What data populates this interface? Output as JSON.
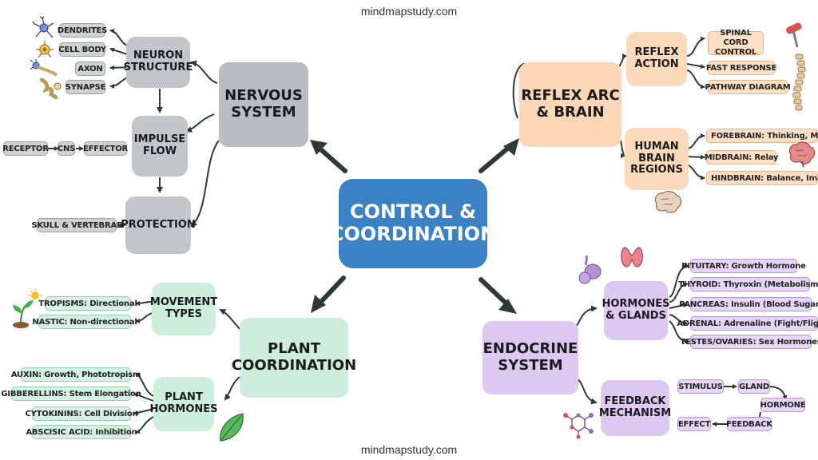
{
  "site": {
    "top": "mindmapstudy.com",
    "bottom": "mindmapstudy.com"
  },
  "center": {
    "title": "CONTROL &\nCOORDINATION"
  },
  "nervous": {
    "title": "NERVOUS\nSYSTEM",
    "neuron": {
      "title": "NEURON\nSTRUCTURE",
      "parts": [
        "DENDRITES",
        "CELL BODY",
        "AXON",
        "SYNAPSE"
      ]
    },
    "impulse": {
      "title": "IMPULSE\nFLOW",
      "flow": [
        "RECEPTOR",
        "CNS",
        "EFFECTOR"
      ]
    },
    "protection": {
      "title": "PROTECTION",
      "items": [
        "SKULL & VERTEBRAE"
      ]
    }
  },
  "reflex": {
    "title": "REFLEX ARC\n& BRAIN",
    "action": {
      "title": "REFLEX\nACTION",
      "items": [
        "SPINAL CORD\nCONTROL",
        "FAST RESPONSE",
        "PATHWAY DIAGRAM"
      ]
    },
    "brain": {
      "title": "HUMAN\nBRAIN\nREGIONS",
      "items": [
        "FOREBRAIN: Thinking, Memory",
        "MIDBRAIN: Relay",
        "HINDBRAIN: Balance, Involuntar"
      ]
    }
  },
  "plant": {
    "title": "PLANT\nCOORDINATION",
    "movement": {
      "title": "MOVEMENT\nTYPES",
      "items": [
        "TROPISMS: Directional",
        "NASTIC: Non-directional"
      ]
    },
    "hormones": {
      "title": "PLANT\nHORMONES",
      "items": [
        "AUXIN: Growth, Phototropism",
        "GIBBERELLINS: Stem Elongation",
        "CYTOKININS: Cell Division",
        "ABSCISIC ACID: Inhibition"
      ]
    }
  },
  "endocrine": {
    "title": "ENDOCRINE\nSYSTEM",
    "glands": {
      "title": "HORMONES\n& GLANDS",
      "items": [
        "PITUITARY: Growth Hormone",
        "THYROID: Thyroxin (Metabolism)",
        "PANCREAS: Insulin (Blood Sugar)",
        "ADRENAL: Adrenaline (Fight/Flight)",
        "TESTES/OVARIES: Sex Hormones"
      ]
    },
    "feedback": {
      "title": "FEEDBACK\nMECHANISM",
      "loop": [
        "STIMULUS",
        "GLAND",
        "HORMONE",
        "FEEDBACK",
        "EFFECT"
      ]
    }
  },
  "colors": {
    "nervous": "#b9bdc1",
    "center": "#3a82c4",
    "reflex": "#fbd7b7",
    "plant": "#cdeedd",
    "endocrine": "#dcc8f1",
    "arrow": "#2f3a35"
  },
  "icons": [
    "neuron-icon",
    "cell-body-icon",
    "axon-icon",
    "synapse-icon",
    "reflex-hammer-icon",
    "spine-icon",
    "brain-icon",
    "sprout-icon",
    "leaf-icon",
    "thyroid-icon",
    "gland-icon",
    "molecule-icon"
  ]
}
